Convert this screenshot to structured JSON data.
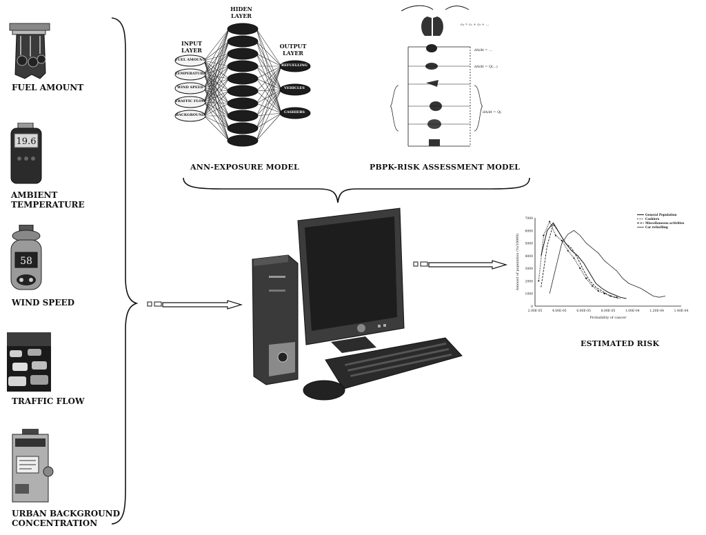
{
  "inputs": [
    {
      "label": "FUEL AMOUNT",
      "icon": "fuel-pump-icon"
    },
    {
      "label": "AMBIENT TEMPERATURE",
      "icon": "thermometer-icon"
    },
    {
      "label": "WIND SPEED",
      "icon": "anemometer-icon"
    },
    {
      "label": "TRAFFIC FLOW",
      "icon": "traffic-photo-icon"
    },
    {
      "label": "URBAN BACKGROUND CONCENTRATION",
      "icon": "air-sampler-icon"
    }
  ],
  "ann": {
    "hidden_layer_title": "HIDEN LAYER",
    "input_layer_title": "INPUT LAYER",
    "output_layer_title": "OUTPUT LAYER",
    "input_nodes": [
      "FUEL AMOUNT",
      "TEMPERATURE",
      "WIND SPEED",
      "TRAFFIC FLOW",
      "BACKGROUND"
    ],
    "output_nodes": [
      "REFUELLING",
      "VEHICLES",
      "CASHIERS"
    ],
    "caption": "ANN-EXPOSURE MODEL"
  },
  "pbpk": {
    "caption": "PBPK-RISK ASSESSMENT MODEL"
  },
  "output": {
    "caption": "ESTIMATED RISK"
  },
  "chart_data": {
    "type": "line",
    "xlabel": "Probability of cancer",
    "ylabel": "Amount of population (%/10000)",
    "x_ticks": [
      "2.00E-05",
      "4.00E-05",
      "6.00E-05",
      "8.00E-05",
      "1.00E-04",
      "1.20E-04",
      "1.40E-04"
    ],
    "xlim": [
      2e-05,
      0.00014
    ],
    "ylim": [
      0,
      7000
    ],
    "y_ticks": [
      "0",
      "1000",
      "2000",
      "3000",
      "4000",
      "5000",
      "6000",
      "7000"
    ],
    "legend_position": "top-right",
    "series": [
      {
        "name": "General Population",
        "x": [
          2.5e-05,
          3e-05,
          3.5e-05,
          4e-05,
          4.5e-05,
          5e-05,
          5.5e-05,
          6e-05,
          6.5e-05,
          7e-05,
          7.5e-05,
          8e-05,
          8.5e-05,
          9e-05,
          9.5e-05
        ],
        "y": [
          4000,
          6000,
          6600,
          5800,
          5000,
          4400,
          4000,
          3400,
          2600,
          1800,
          1400,
          1100,
          900,
          700,
          600
        ]
      },
      {
        "name": "Cashiers",
        "x": [
          2.3e-05,
          2.7e-05,
          3.2e-05,
          3.7e-05,
          4.2e-05,
          4.7e-05,
          5.2e-05,
          5.7e-05,
          6.2e-05,
          6.7e-05,
          7.2e-05,
          7.7e-05,
          8.2e-05,
          8.7e-05
        ],
        "y": [
          2000,
          5600,
          6700,
          5600,
          5200,
          4400,
          3800,
          3000,
          2200,
          1600,
          1200,
          1000,
          800,
          700
        ]
      },
      {
        "name": "Miscellaneous activities",
        "x": [
          2.5e-05,
          3e-05,
          3.5e-05,
          4e-05,
          4.5e-05,
          5e-05,
          5.5e-05,
          6e-05,
          6.5e-05,
          7e-05,
          7.5e-05,
          8e-05,
          8.5e-05,
          9e-05
        ],
        "y": [
          1500,
          4800,
          6500,
          5800,
          5000,
          4600,
          3800,
          2800,
          2000,
          1500,
          1200,
          900,
          700,
          600
        ]
      },
      {
        "name": "Car refuelling",
        "x": [
          3.2e-05,
          3.7e-05,
          4.2e-05,
          4.7e-05,
          5.2e-05,
          5.7e-05,
          6.2e-05,
          6.7e-05,
          7.2e-05,
          7.7e-05,
          8.2e-05,
          8.7e-05,
          9.2e-05,
          9.7e-05,
          0.000102,
          0.000107,
          0.000112,
          0.000117,
          0.000122,
          0.000127
        ],
        "y": [
          1000,
          3000,
          5000,
          5700,
          6000,
          5600,
          5000,
          4600,
          4200,
          3600,
          3200,
          2800,
          2200,
          1800,
          1600,
          1400,
          1100,
          800,
          700,
          800
        ]
      }
    ]
  }
}
